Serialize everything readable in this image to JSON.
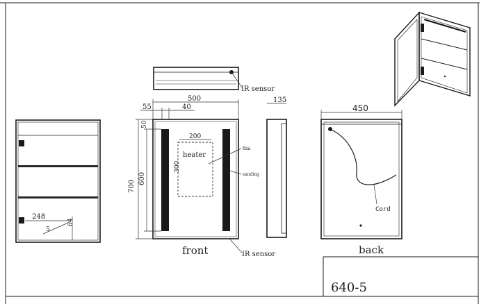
{
  "model_code": "640-5",
  "views": {
    "front_label": "front",
    "back_label": "back"
  },
  "annotations": {
    "ir_sensor_top": "IR sensor",
    "ir_sensor_bottom": "IR sensor",
    "heater": "heater",
    "film": "film",
    "sanding": "sanding",
    "cord": "Cord"
  },
  "dimensions": {
    "top_width": "500",
    "left_margin": "55",
    "led_offset": "40",
    "side_depth": "135",
    "back_width": "450",
    "heater_width": "200",
    "heater_height": "300",
    "top_offset": "50",
    "led_height": "600",
    "overall_height": "700",
    "shelf_width": "248",
    "interior_a": "5",
    "interior_b": "64"
  },
  "colors": {
    "line": "#1a1a1a",
    "background": "#ffffff"
  }
}
